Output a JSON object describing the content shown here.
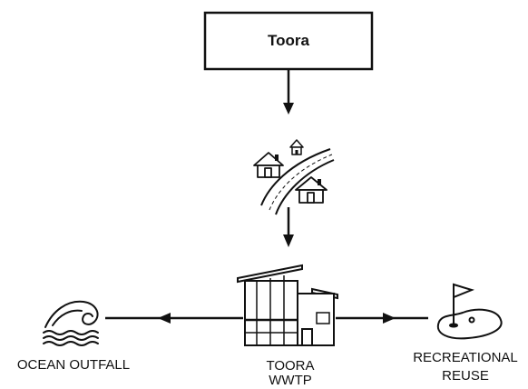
{
  "source": {
    "label": "Toora"
  },
  "plant": {
    "label_line1": "TOORA",
    "label_line2": "WWTP",
    "icon": "factory-building-icon"
  },
  "outputs": {
    "ocean": {
      "label": "OCEAN OUTFALL",
      "icon": "ocean-wave-icon"
    },
    "reuse": {
      "label_line1": "RECREATIONAL",
      "label_line2": "REUSE",
      "icon": "golf-course-icon"
    }
  },
  "town": {
    "icon": "houses-road-icon"
  },
  "colors": {
    "stroke": "#111111",
    "background": "#ffffff"
  }
}
